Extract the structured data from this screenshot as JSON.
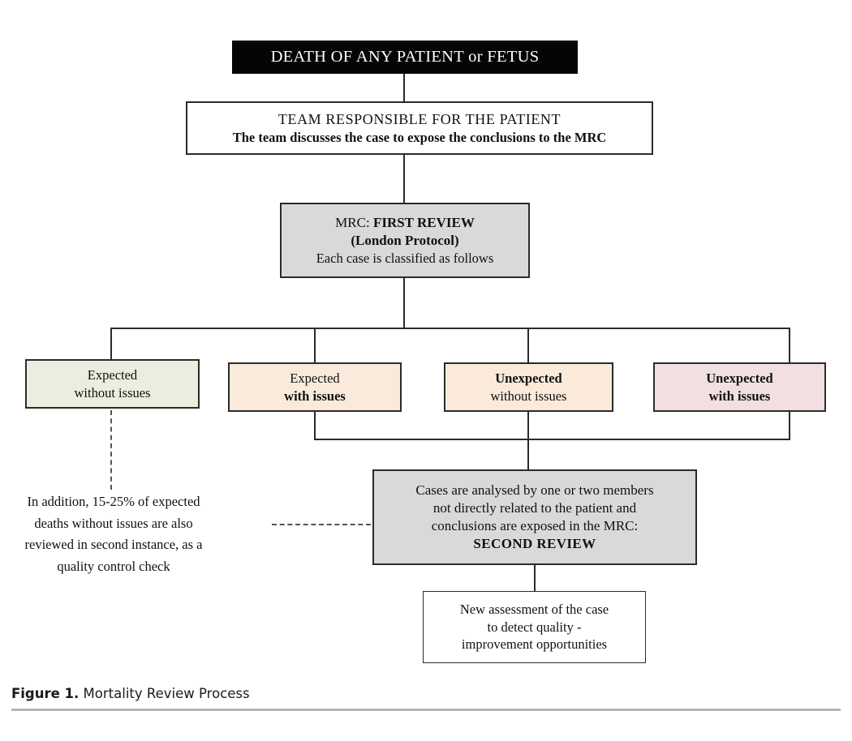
{
  "figure": {
    "caption_label": "Figure 1.",
    "caption_text": " Mortality Review Process"
  },
  "diagram": {
    "type": "flowchart",
    "title": "Mortality Review Process",
    "nodes": {
      "death": {
        "id": "death-of-any-patient-or-fetus",
        "text": "DEATH OF ANY PATIENT or FETUS",
        "fill": "#050505",
        "text_color": "#ffffff"
      },
      "team": {
        "id": "team-responsible-for-the-patient",
        "line1": "TEAM RESPONSIBLE FOR THE PATIENT",
        "line2": "The team discusses the case to expose the conclusions to the MRC",
        "fill": "#ffffff"
      },
      "mrc_first_review": {
        "id": "mrc-first-review",
        "line1_normal": "MRC:",
        "line1_bold": "FIRST  REVIEW",
        "line2": "(London  Protocol)",
        "line3": "Each case is classified as follows",
        "fill": "#d9d9d9"
      },
      "category_expected_without_issues": {
        "id": "expected-without-issues",
        "line1": "Expected",
        "line2": "without issues",
        "fill": "#eaeede"
      },
      "category_expected_with_issues": {
        "id": "expected-with-issues",
        "line1": "Expected",
        "line2": "with  issues",
        "fill": "#faeadb"
      },
      "category_unexpected_without_issues": {
        "id": "unexpected-without-issues",
        "line1": "Unexpected",
        "line2": "without issues",
        "fill": "#fbeada"
      },
      "category_unexpected_with_issues": {
        "id": "unexpected-with-issues",
        "line1": "Unexpected",
        "line2": "with  issues",
        "fill": "#f2dfe1"
      },
      "second_review": {
        "id": "second-review",
        "line1": "Cases are analysed by one or two members",
        "line2": "not directly related to the patient and",
        "line3": "conclusions are exposed in the MRC:",
        "line4": "SECOND  REVIEW",
        "fill": "#d9d9d9"
      },
      "new_assessment": {
        "id": "new-assessment-of-the-case",
        "line1": "New  assessment of the case",
        "line2": "to detect quality -",
        "line3": "improvement  opportunities",
        "fill": "#ffffff"
      }
    },
    "annotations": {
      "quality_control_note": {
        "id": "quality-control-note",
        "line1": "In addition, 15-25% of expected",
        "line2": "deaths without issues are also",
        "line3": "reviewed in second instance, as a",
        "line4": "quality control check",
        "percent_range": "15-25%"
      }
    },
    "edges": [
      {
        "from": "death",
        "to": "team",
        "style": "solid"
      },
      {
        "from": "team",
        "to": "mrc_first_review",
        "style": "solid"
      },
      {
        "from": "mrc_first_review",
        "to": "category_expected_without_issues",
        "style": "solid"
      },
      {
        "from": "mrc_first_review",
        "to": "category_expected_with_issues",
        "style": "solid"
      },
      {
        "from": "mrc_first_review",
        "to": "category_unexpected_without_issues",
        "style": "solid"
      },
      {
        "from": "mrc_first_review",
        "to": "category_unexpected_with_issues",
        "style": "solid"
      },
      {
        "from": "category_expected_with_issues",
        "to": "second_review",
        "style": "solid"
      },
      {
        "from": "category_unexpected_without_issues",
        "to": "second_review",
        "style": "solid"
      },
      {
        "from": "category_unexpected_with_issues",
        "to": "second_review",
        "style": "solid"
      },
      {
        "from": "second_review",
        "to": "new_assessment",
        "style": "solid"
      },
      {
        "from": "category_expected_without_issues",
        "to": "quality_control_note",
        "style": "dashed"
      },
      {
        "from": "quality_control_note",
        "to": "second_review",
        "style": "dashed"
      }
    ],
    "colors": {
      "line": "#2b2b2b",
      "dashed_line": "#555555",
      "caption_rule": "#b4b4b4"
    }
  }
}
